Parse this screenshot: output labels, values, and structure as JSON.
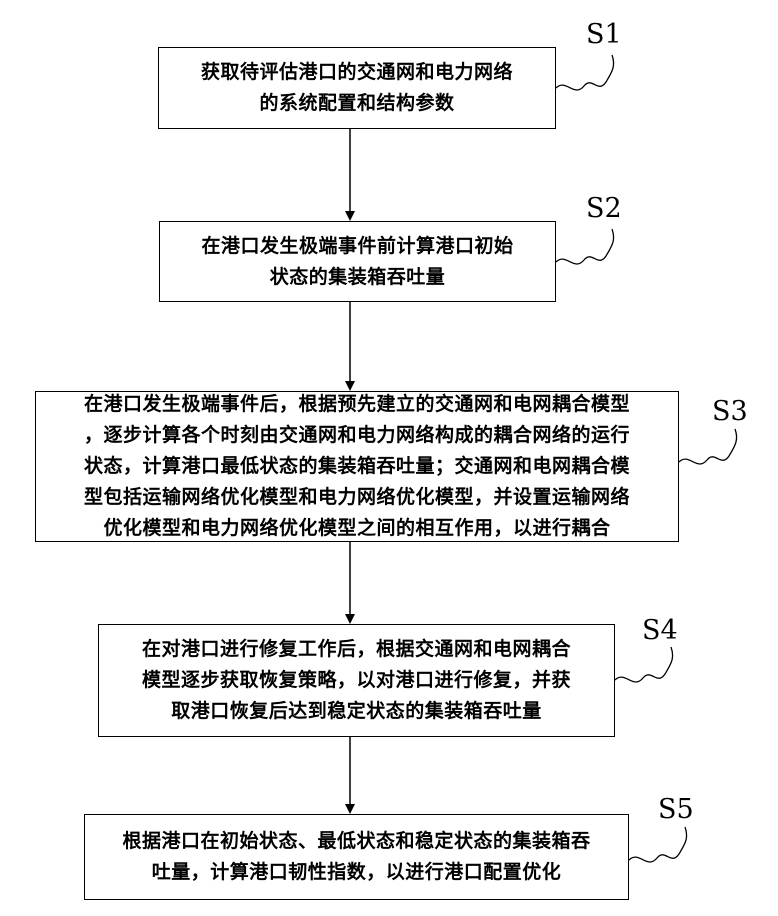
{
  "steps": [
    {
      "id": "S1",
      "lines": [
        "获取待评估港口的交通网和电力网络",
        "的系统配置和结构参数"
      ]
    },
    {
      "id": "S2",
      "lines": [
        "在港口发生极端事件前计算港口初始",
        "状态的集装箱吞吐量"
      ]
    },
    {
      "id": "S3",
      "lines": [
        "在港口发生极端事件后，根据预先建立的交通网和电网耦合模型",
        "，逐步计算各个时刻由交通网和电力网络构成的耦合网络的运行",
        "状态，计算港口最低状态的集装箱吞吐量；交通网和电网耦合模",
        "型包括运输网络优化模型和电力网络优化模型，并设置运输网络",
        "优化模型和电力网络优化模型之间的相互作用，以进行耦合"
      ]
    },
    {
      "id": "S4",
      "lines": [
        "在对港口进行修复工作后，根据交通网和电网耦合",
        "模型逐步获取恢复策略，以对港口进行修复，并获",
        "取港口恢复后达到稳定状态的集装箱吞吐量"
      ]
    },
    {
      "id": "S5",
      "lines": [
        "根据港口在初始状态、最低状态和稳定状态的集装箱吞",
        "吐量，计算港口韧性指数，以进行港口配置优化"
      ]
    }
  ]
}
